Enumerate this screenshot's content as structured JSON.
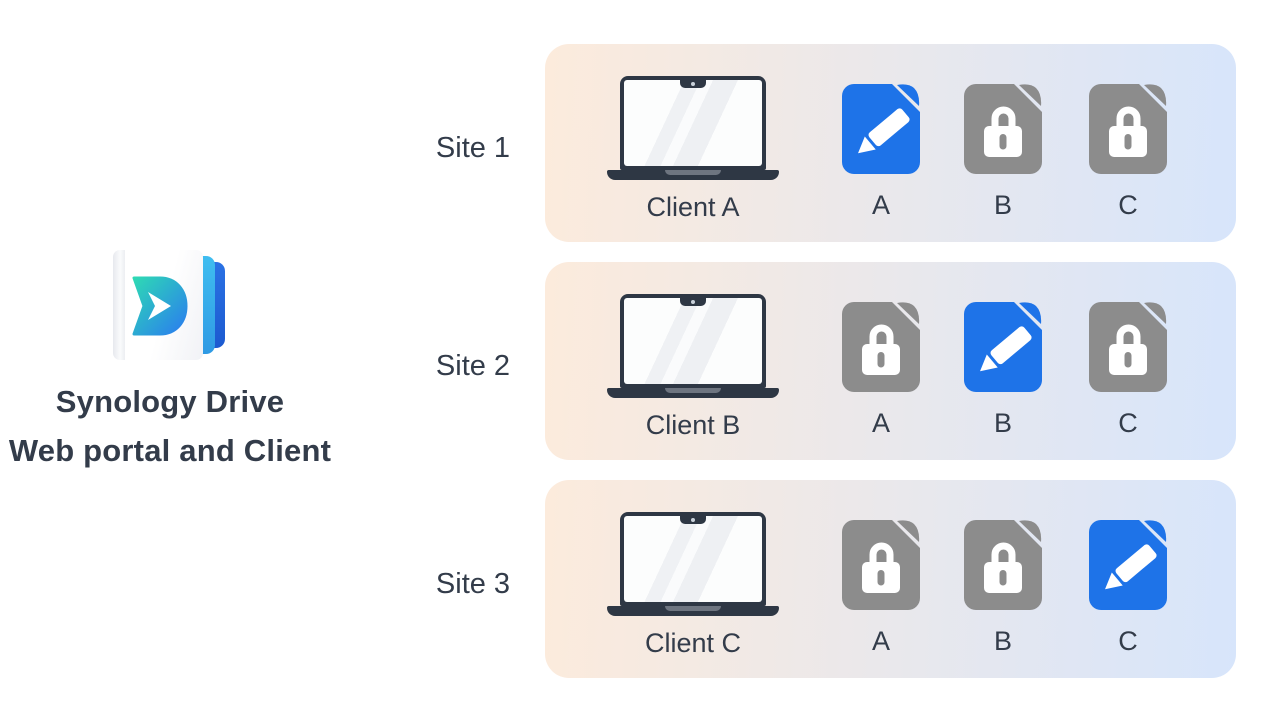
{
  "branding": {
    "title_line1": "Synology Drive",
    "title_line2": "Web portal and Client"
  },
  "icons": {
    "logo": "synology-drive-logo",
    "client_device": "laptop-icon",
    "editable_file": "pencil-icon",
    "locked_file": "lock-icon",
    "file": "document-icon"
  },
  "colors": {
    "accent_blue": "#1E73E8",
    "file_gray": "#8C8C8C",
    "text_dark": "#333C4A",
    "laptop_dark": "#2E3744",
    "row_grad_start": "#FCEBDC",
    "row_grad_end": "#D7E5FB",
    "logo_page_light": "#3FBDF0",
    "logo_page_dark": "#1C5AD0"
  },
  "sites": [
    {
      "site_label": "Site 1",
      "client_label": "Client A",
      "files": [
        {
          "label": "A",
          "state": "editing"
        },
        {
          "label": "B",
          "state": "locked"
        },
        {
          "label": "C",
          "state": "locked"
        }
      ]
    },
    {
      "site_label": "Site 2",
      "client_label": "Client B",
      "files": [
        {
          "label": "A",
          "state": "locked"
        },
        {
          "label": "B",
          "state": "editing"
        },
        {
          "label": "C",
          "state": "locked"
        }
      ]
    },
    {
      "site_label": "Site 3",
      "client_label": "Client C",
      "files": [
        {
          "label": "A",
          "state": "locked"
        },
        {
          "label": "B",
          "state": "locked"
        },
        {
          "label": "C",
          "state": "editing"
        }
      ]
    }
  ]
}
